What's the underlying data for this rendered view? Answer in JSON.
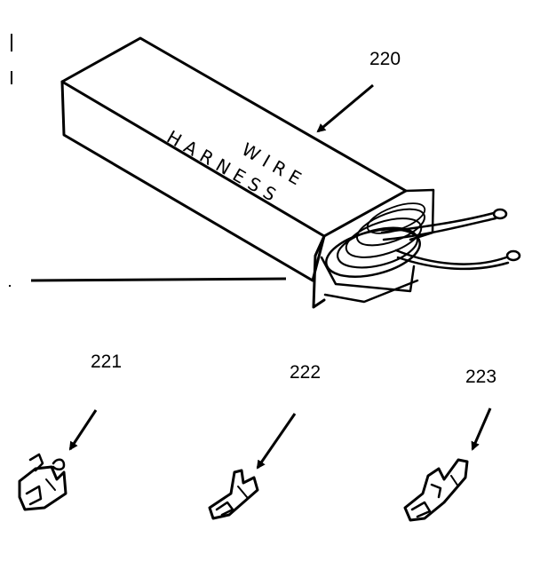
{
  "callouts": {
    "part_220": "220",
    "part_221": "221",
    "part_222": "222",
    "part_223": "223"
  },
  "box_label": {
    "line1": "WIRE",
    "line2": "HARNESS"
  },
  "colors": {
    "ink": "#000000",
    "paper": "#ffffff"
  },
  "icons": {
    "box": "wire-harness-box-drawing",
    "terminal": "crimp-terminal-drawing",
    "arrow": "leader-arrow"
  }
}
